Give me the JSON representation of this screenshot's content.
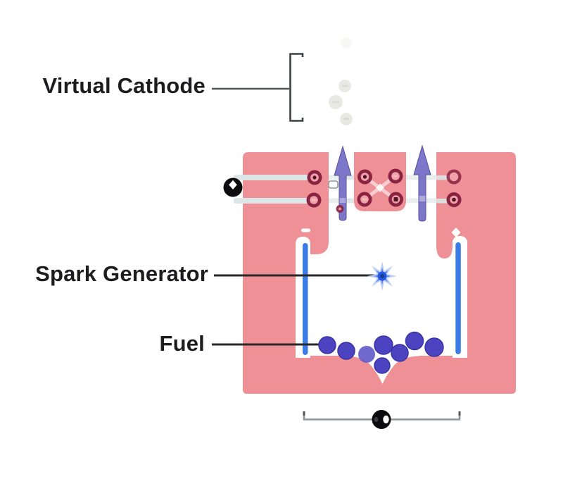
{
  "title": "Virtual cathode micro-thruster diagram",
  "labels": {
    "virtual_cathode": "Virtual Cathode",
    "spark_generator": "Spark Generator",
    "fuel": "Fuel"
  },
  "diagram": {
    "electron_dot_count": 4,
    "fuel_pellet_count": 8,
    "exhaust_arrow_count": 2,
    "bolt_count": 8,
    "electrode_marker_left": "minus-dash",
    "electrode_marker_right": "diamond"
  },
  "colors": {
    "bg": "#ffffff",
    "body_pink": "#ee9096",
    "bolt_ring": "#8a2242",
    "bolt_core": "#efa2a7",
    "bolt_dot": "#4f1226",
    "bolt_slot": "#f3b9bd",
    "rail": "#dce6e6",
    "rail_faint": "#e9efef",
    "x_brace": "#f6ced1",
    "arrow_fill": "#7d77c9",
    "arrow_stroke": "#54509a",
    "arrow_band": "#b9b5e2",
    "electrode_blue": "#3c7ce6",
    "fuel_pellet": "#4b43c0",
    "fuel_pellet_rim": "#3a33a6",
    "fuel_pellet_light": "#605ac9",
    "spark_outer": "#bccff5",
    "spark_mid": "#5d86ec",
    "spark_core": "#2457dd",
    "spark_center": "#143a8f",
    "label_text": "#1d1d1f",
    "leader_dark": "#28282a",
    "leader_gray": "#515457",
    "bracket": "#3d4043",
    "electron_dot": "#e9e9e4",
    "electron_mark": "#d9d9d3",
    "black_node": "#0c0c0e",
    "base_line": "#8e9498",
    "clip_gray": "#9aa3a6"
  }
}
